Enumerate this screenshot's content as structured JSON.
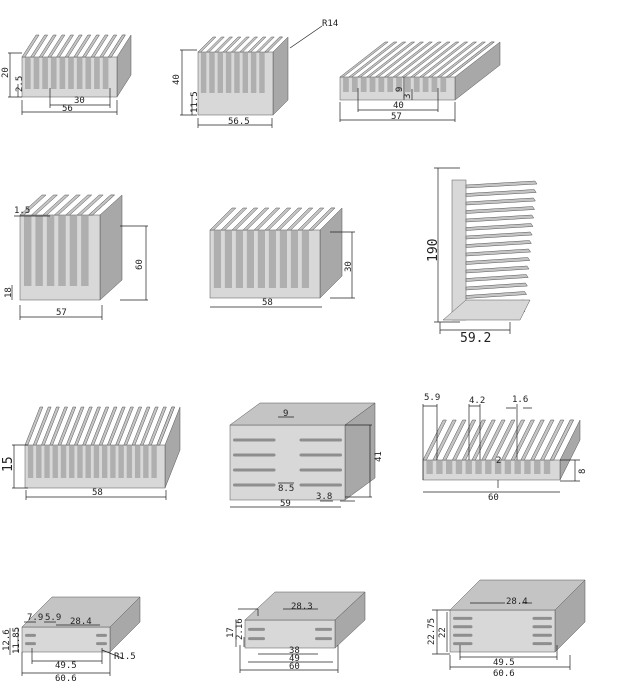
{
  "title": "Heatsink profile drawings",
  "colors": {
    "face": "#d8d8d8",
    "top": "#c4c4c4",
    "slot": "#8e8e8e",
    "side": "#a8a8a8",
    "line": "#222222"
  },
  "profiles": [
    {
      "labels": {
        "height": "20",
        "base": "2.5",
        "hole_span": "30",
        "width": "56"
      }
    },
    {
      "labels": {
        "radius": "R14",
        "height": "40",
        "base": "11.5",
        "width": "56.5"
      }
    },
    {
      "labels": {
        "height": "9",
        "base": "3",
        "hole_span": "40",
        "width": "57"
      }
    },
    {
      "labels": {
        "fin": "1.5",
        "base": "18",
        "height": "60",
        "width": "57"
      }
    },
    {
      "labels": {
        "height": "30",
        "width": "58"
      }
    },
    {
      "labels": {
        "height": "190",
        "width": "59.2"
      }
    },
    {
      "labels": {
        "height": "15",
        "width": "58"
      }
    },
    {
      "labels": {
        "stem": "9",
        "gap": "8.5",
        "height": "41",
        "leg": "3.8",
        "width": "59"
      }
    },
    {
      "labels": {
        "edge": "5.9",
        "slot": "4.2",
        "fin": "1.6",
        "groove": "2",
        "height": "8",
        "width": "60"
      }
    },
    {
      "labels": {
        "a": "7.9",
        "b": "5.9",
        "channel": "28.4",
        "height": "12.6",
        "inner_height": "11.85",
        "radius": "R1.5",
        "hole_span": "49.5",
        "width": "60.6"
      }
    },
    {
      "labels": {
        "channel": "28.3",
        "height": "17",
        "fin": "2.16",
        "inner": "38",
        "hole_span": "49",
        "width": "60"
      }
    },
    {
      "labels": {
        "channel": "28.4",
        "height": "22.75",
        "inner_height": "22",
        "hole_span": "49.5",
        "width": "60.6"
      }
    }
  ]
}
